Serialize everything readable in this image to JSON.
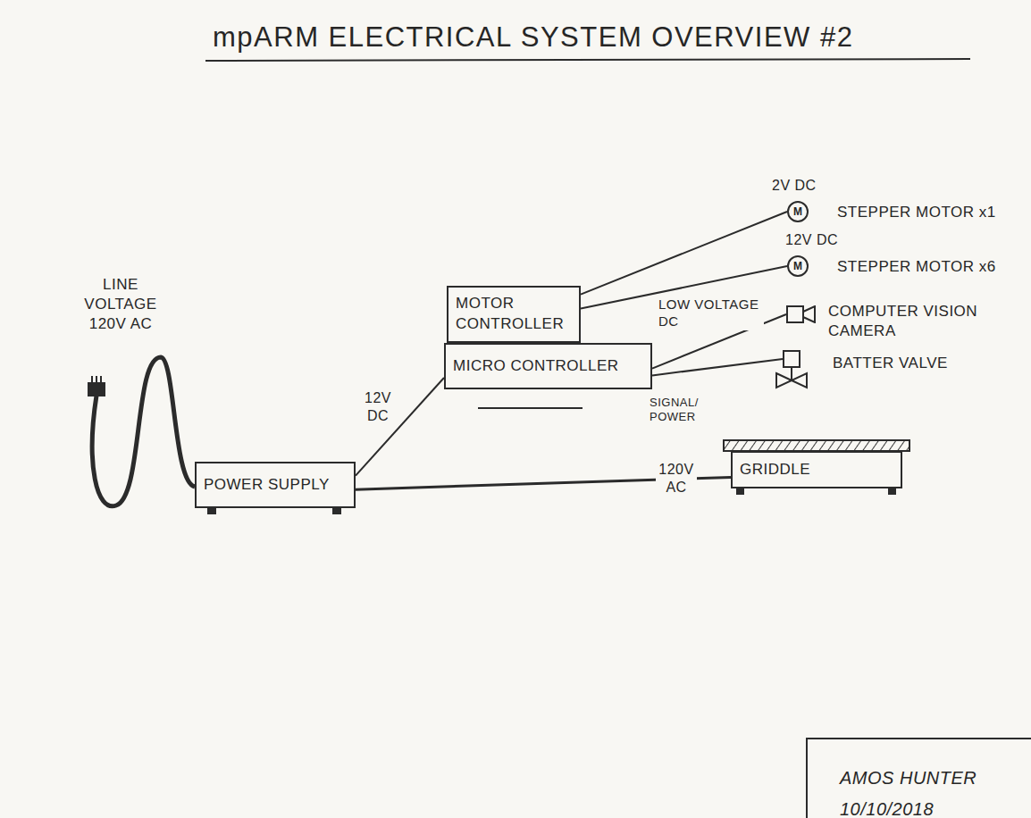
{
  "diagram": {
    "title": "mpARM ELECTRICAL SYSTEM OVERVIEW #2",
    "nodes": [
      {
        "text": [
          "M",
          "STEPPER MOTOR x1"
        ]
      },
      {
        "text": [
          "M",
          "STEPPER MOTOR x6"
        ]
      },
      {
        "text": [
          "MOTOR CONTROLLER"
        ]
      },
      {
        "text": [
          "COMPUTER VISION CAMERA"
        ]
      },
      {
        "text": [
          "MICRO CONTROLLER"
        ]
      },
      {
        "text": [
          "BATTER VALVE"
        ]
      },
      {
        "text": [
          "POWER SUPPLY"
        ]
      },
      {
        "text": [
          "GRIDDLE"
        ]
      },
      {
        "text": [
          "AMOS HUNTER",
          "10/10/2018"
        ]
      }
    ],
    "edges": [
      {
        "from": 6,
        "to": 4,
        "label": "12V DC",
        "arrow": "none"
      },
      {
        "from": 6,
        "to": 7,
        "label": "120V AC",
        "arrow": "none"
      },
      {
        "from": 2,
        "to": 0,
        "label": "2V DC",
        "arrow": "none"
      },
      {
        "from": 2,
        "to": 1,
        "label": "12V DC",
        "arrow": "none"
      },
      {
        "from": 4,
        "to": 3,
        "label": "LOW VOLTAGE DC",
        "arrow": "none"
      },
      {
        "from": 4,
        "to": 5,
        "label": "SIGNAL/ POWER",
        "arrow": "none"
      }
    ],
    "labels": [
      "LINE VOLTAGE 120V AC"
    ]
  }
}
